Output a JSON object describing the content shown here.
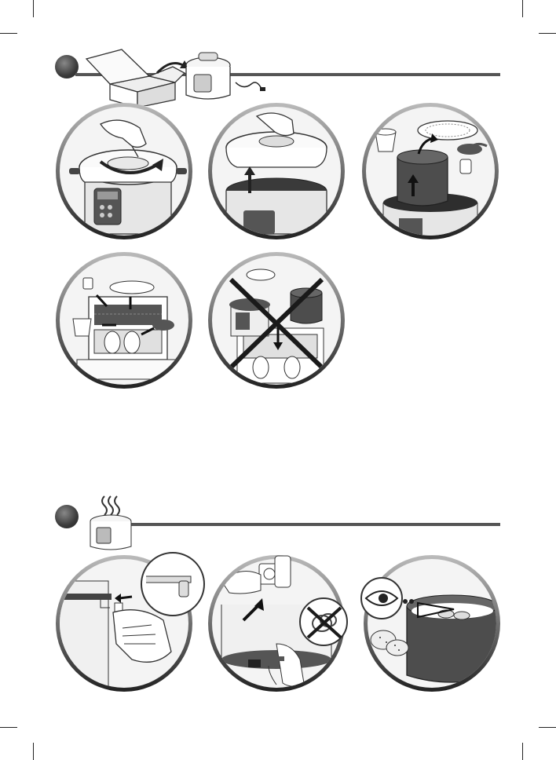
{
  "page": {
    "sections": [
      {
        "id": "first-use",
        "steps": [
          {
            "id": "unlock-lid",
            "icon": "lid-rotate-icon"
          },
          {
            "id": "remove-lid",
            "icon": "lid-lift-icon"
          },
          {
            "id": "remove-bowl",
            "icon": "bowl-lift-icon"
          },
          {
            "id": "dishwasher-ok",
            "icon": "dishwasher-accessories-icon"
          },
          {
            "id": "dishwasher-not-ok",
            "icon": "dishwasher-forbidden-icon"
          }
        ]
      },
      {
        "id": "usage",
        "steps": [
          {
            "id": "insert-condensation-collector",
            "icon": "condensation-collector-icon"
          },
          {
            "id": "plug-in-cord",
            "icon": "power-plug-icon"
          },
          {
            "id": "check-fill-level",
            "icon": "eye-fill-level-icon"
          }
        ]
      }
    ],
    "colors": {
      "bar": "#555555",
      "outline": "#333333",
      "ring": "#4a4a4a",
      "panel_bg": "#f4f4f4",
      "bowl": "#4d4d4d",
      "cross": "#1a1a1a"
    }
  }
}
